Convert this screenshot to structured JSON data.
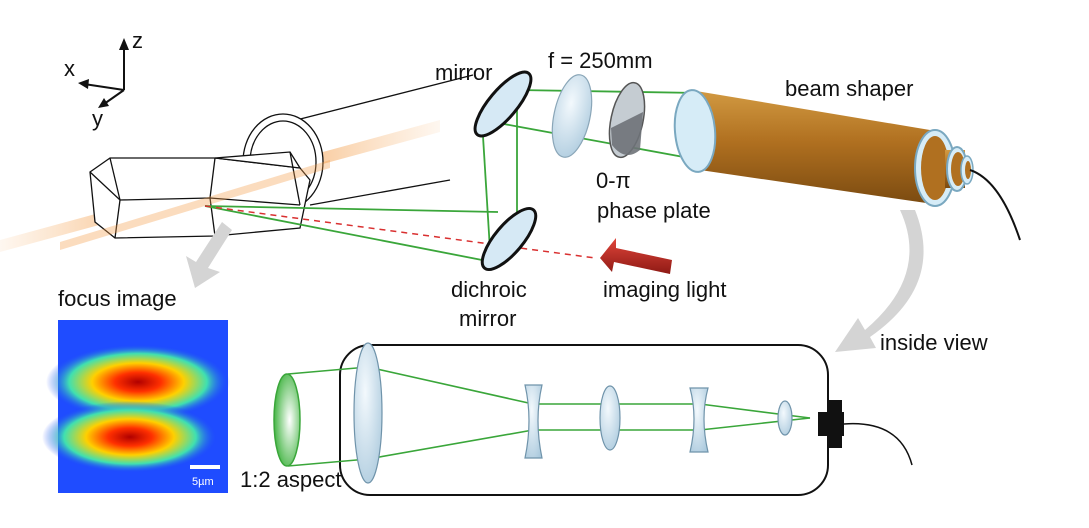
{
  "axes": {
    "z": "z",
    "x": "x",
    "y": "y"
  },
  "labels": {
    "mirror": "mirror",
    "focal": "f = 250mm",
    "beam_shaper": "beam shaper",
    "phase_line1": "0-π",
    "phase_line2": "phase plate",
    "dichroic_line1": "dichroic",
    "dichroic_line2": "mirror",
    "imaging_light": "imaging light",
    "focus_image": "focus image",
    "inside_view": "inside view",
    "aspect": "1:2 aspect",
    "scale_bar": "5µm"
  },
  "colors": {
    "beam_green": "#3aa63a",
    "laser_orange": "#f3a35a",
    "beam_shaper_brown": "#b77a25",
    "lens_blue": "#cfe6f5",
    "arrow_red": "#b5261e",
    "arrow_gray": "#d4d4d4",
    "dashed_red": "#d93030"
  }
}
